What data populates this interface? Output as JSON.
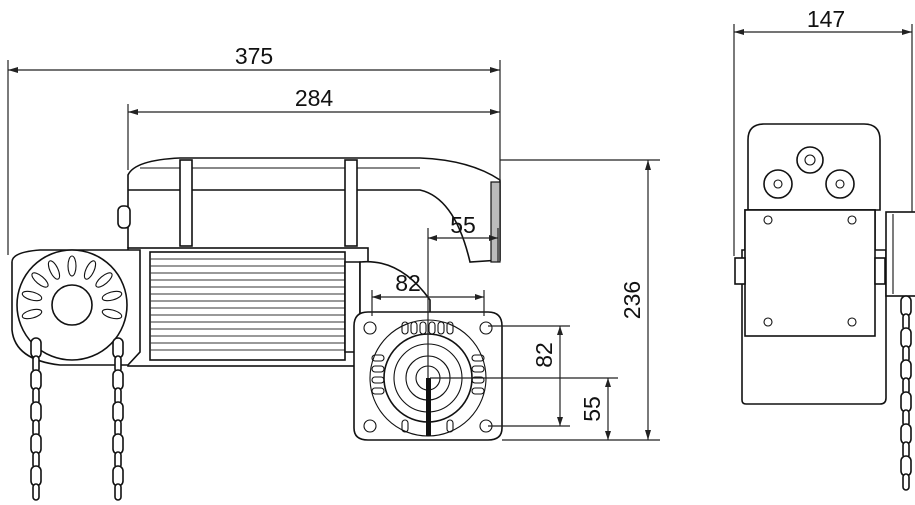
{
  "dimensions": {
    "overall_length": "375",
    "body_length": "284",
    "shaft_offset_top": "55",
    "flange_width": "82",
    "overall_height": "236",
    "flange_height": "82",
    "shaft_offset_side": "55",
    "side_width": "147"
  },
  "colors": {
    "line": "#111111",
    "background": "#ffffff"
  }
}
